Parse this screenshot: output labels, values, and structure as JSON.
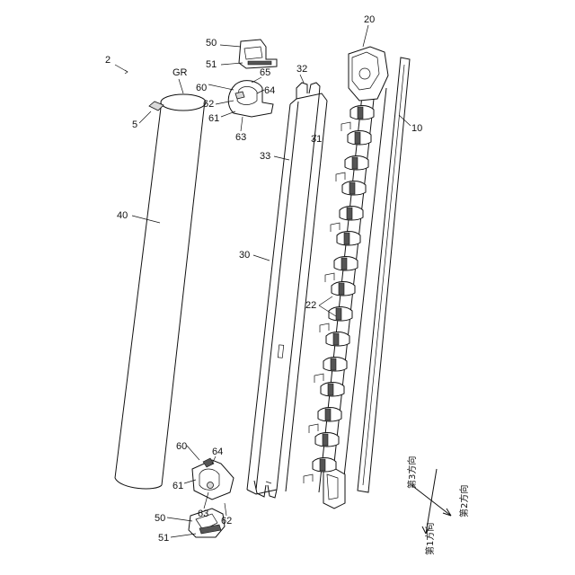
{
  "labels": {
    "assembly": "2",
    "film": "5",
    "roller_axis": "GR",
    "roller": "40",
    "frame": "30",
    "frame_edge": "33",
    "frame_face": "31",
    "frame_tab": "32",
    "holder": "20",
    "holder_parts": "22",
    "plate": "10",
    "top_cap": "50",
    "top_cap_sub": "51",
    "top_bearing_a": "60",
    "top_bearing_b": "65",
    "top_bearing_c": "64",
    "top_bearing_d": "62",
    "top_bearing_e": "61",
    "top_bearing_f": "63",
    "bot_bearing_a": "60",
    "bot_bearing_c": "64",
    "bot_bearing_e": "61",
    "bot_bearing_f": "63",
    "bot_bearing_d": "62",
    "bot_cap": "50",
    "bot_cap_sub": "51"
  },
  "directions": {
    "third": "第3方向",
    "second": "第2方向",
    "first": "第1方向"
  },
  "colors": {
    "line": "#111111",
    "background": "#ffffff"
  }
}
